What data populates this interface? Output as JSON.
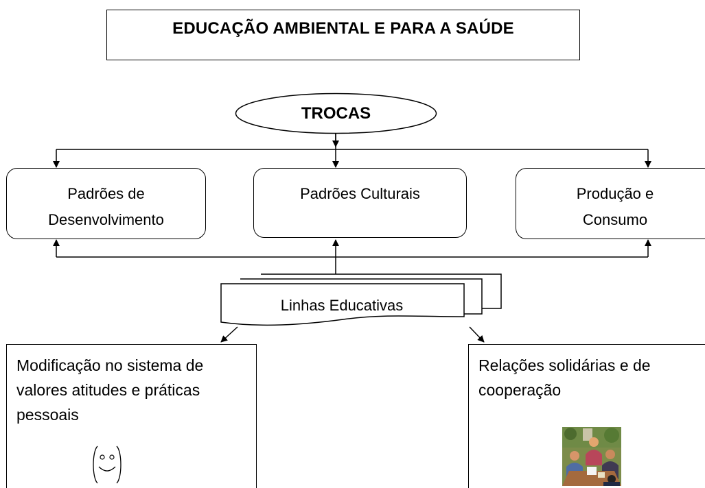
{
  "title": "EDUCAÇÃO AMBIENTAL E PARA A SAÚDE",
  "center_node": "TROCAS",
  "patterns": [
    {
      "line1": "Padrões de",
      "line2": "Desenvolvimento"
    },
    {
      "line1": "Padrões Culturais",
      "line2": ""
    },
    {
      "line1": "Produção e",
      "line2": "Consumo"
    }
  ],
  "document_node": "Linhas Educativas",
  "outcomes": {
    "left": {
      "text": "Modificação no sistema de valores atitudes e práticas pessoais",
      "icon": "smiley-face-icon"
    },
    "right": {
      "text": "Relações solidárias e de cooperação",
      "icon": "meeting-clipart-image"
    }
  }
}
